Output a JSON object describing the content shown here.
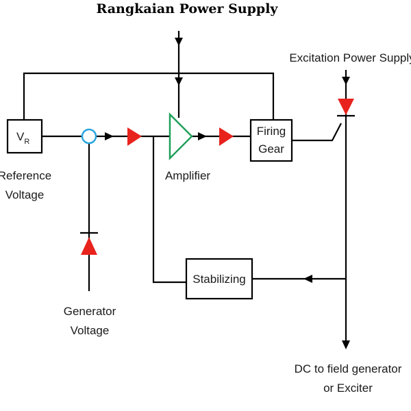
{
  "title": "Rangkaian Power Supply",
  "blocks": {
    "reference": "V",
    "reference_sub": "R",
    "firing_line1": "Firing",
    "firing_line2": "Gear",
    "stabilizing": "Stabilizing"
  },
  "labels": {
    "reference_line1": "Reference",
    "reference_line2": "Voltage",
    "amplifier": "Amplifier",
    "excitation": "Excitation Power Supply",
    "generator_line1": "Generator",
    "generator_line2": "Voltage",
    "output_line1": "DC to field generator",
    "output_line2": "or Exciter"
  },
  "colors": {
    "diode": "#e8231e",
    "amplifier": "#1fa05a",
    "junction": "#29a6e0",
    "line": "#000000"
  }
}
